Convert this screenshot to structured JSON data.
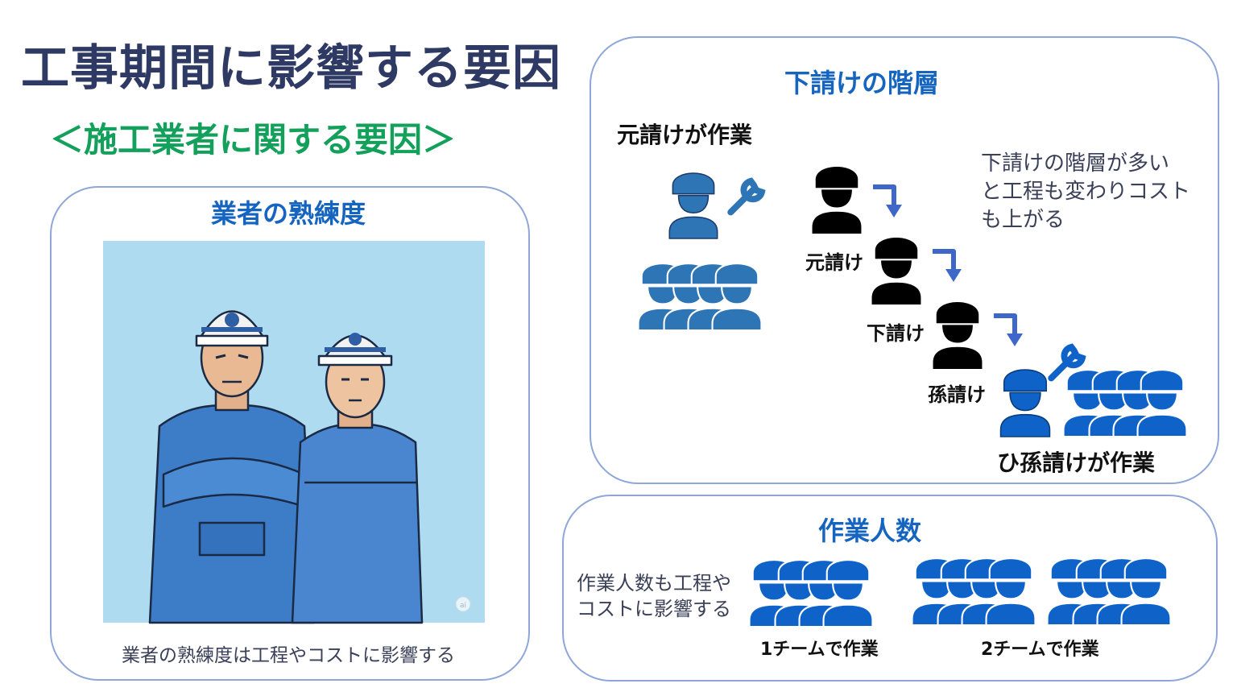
{
  "title": "工事期間に影響する要因",
  "subtitle": "＜施工業者に関する要因＞",
  "skill_panel": {
    "title": "業者の熟練度",
    "caption": "業者の熟練度は工程やコストに影響する",
    "image_badge": "ai"
  },
  "hierarchy_panel": {
    "title": "下請けの階層",
    "prime_work_label": "元請けが作業",
    "description_lines": [
      "下請けの階層が多い",
      "と工程も変わりコスト",
      "も上がる"
    ],
    "tiers": [
      "元請け",
      "下請け",
      "孫請け"
    ],
    "final_label": "ひ孫請けが作業"
  },
  "workers_panel": {
    "title": "作業人数",
    "description_lines": [
      "作業人数も工程や",
      "コストに影響する"
    ],
    "team1_label": "1チームで作業",
    "team2_label": "2チームで作業"
  },
  "colors": {
    "title": "#2e3a63",
    "subtitle": "#12a05a",
    "panel_title": "#1565c0",
    "panel_border": "#8ea6d8",
    "worker_mid_blue": "#2e75b6",
    "worker_bright_blue": "#0f63c8",
    "tier_black": "#000000",
    "arrow_blue": "#3f66c9",
    "illustration_bg": "#aedbef"
  },
  "icons": [
    "worker-icon",
    "wrench-icon",
    "down-right-arrow-icon"
  ]
}
